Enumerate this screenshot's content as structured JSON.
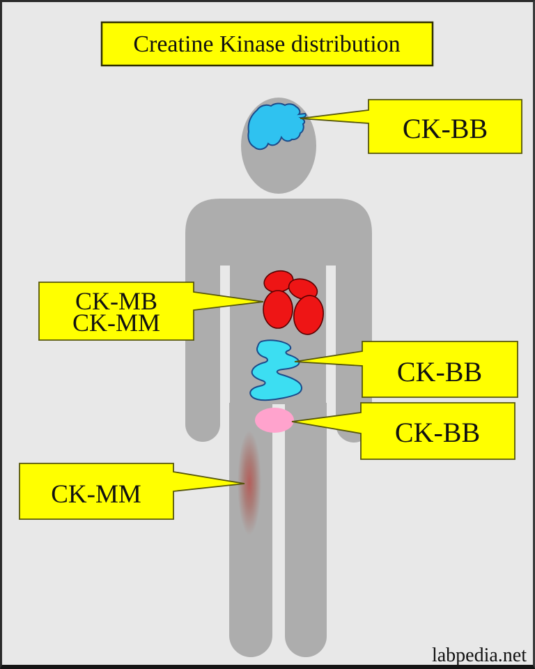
{
  "title": "Creatine Kinase distribution",
  "watermark": "labpedia.net",
  "callouts": {
    "brain": {
      "label": "CK-BB"
    },
    "heart": {
      "line1": "CK-MB",
      "line2": "CK-MM"
    },
    "intestine": {
      "label": "CK-BB"
    },
    "bladder": {
      "label": "CK-BB"
    },
    "muscle": {
      "label": "CK-MM"
    }
  },
  "colors": {
    "background": "#e8e8e8",
    "body_gray": "#adadad",
    "callout_fill": "#ffff00",
    "callout_border": "#55550a",
    "brain_cyan": "#2fc2f0",
    "intestine_cyan": "#3cdef2",
    "heart_red": "#ee1515",
    "bladder_pink": "#ffa3cd",
    "muscle_red": "#b45e5b",
    "text_black": "#111111"
  }
}
